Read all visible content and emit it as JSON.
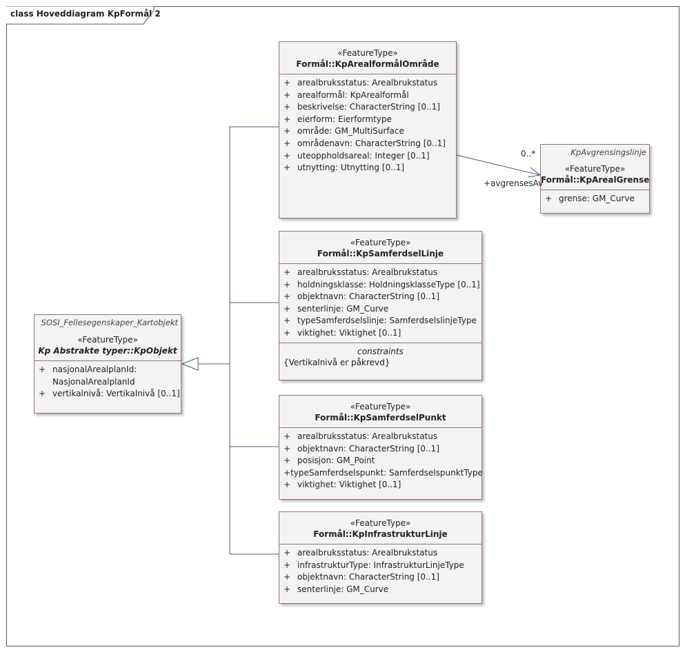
{
  "diagram": {
    "title": "class Hoveddiagram KpFormål 2"
  },
  "classes": {
    "kpobjekt": {
      "package": "SOSI_Fellesegenskaper_Kartobjekt",
      "stereotype": "«FeatureType»",
      "name": "Kp Abstrakte typer::KpObjekt",
      "attributes": [
        {
          "vis": "+",
          "text": "nasjonalArealplanId:"
        },
        {
          "vis": "",
          "text": "NasjonalArealplanId"
        },
        {
          "vis": "+",
          "text": "vertikalnivå: Vertikalnivå [0..1]"
        }
      ]
    },
    "omrade": {
      "stereotype": "«FeatureType»",
      "name": "Formål::KpArealformålOmråde",
      "attributes": [
        {
          "vis": "+",
          "text": "arealbruksstatus: Arealbrukstatus"
        },
        {
          "vis": "+",
          "text": "arealformål: KpArealformål"
        },
        {
          "vis": "+",
          "text": "beskrivelse: CharacterString [0..1]"
        },
        {
          "vis": "+",
          "text": "eierform: Eierformtype"
        },
        {
          "vis": "+",
          "text": "område: GM_MultiSurface"
        },
        {
          "vis": "+",
          "text": "områdenavn: CharacterString [0..1]"
        },
        {
          "vis": "+",
          "text": "uteoppholdsareal: Integer [0..1]"
        },
        {
          "vis": "+",
          "text": "utnytting: Utnytting [0..1]"
        }
      ]
    },
    "grense": {
      "package": "KpAvgrensingslinje",
      "stereotype": "«FeatureType»",
      "name": "Formål::KpArealGrense",
      "attributes": [
        {
          "vis": "+",
          "text": "grense: GM_Curve"
        }
      ]
    },
    "samfLinje": {
      "stereotype": "«FeatureType»",
      "name": "Formål::KpSamferdselLinje",
      "attributes": [
        {
          "vis": "+",
          "text": "arealbruksstatus: Arealbrukstatus"
        },
        {
          "vis": "+",
          "text": "holdningsklasse: HoldningsklasseType [0..1]"
        },
        {
          "vis": "+",
          "text": "objektnavn: CharacterString [0..1]"
        },
        {
          "vis": "+",
          "text": "senterlinje: GM_Curve"
        },
        {
          "vis": "+",
          "text": "typeSamferdselslinje: SamferdselslinjeType"
        },
        {
          "vis": "+",
          "text": "viktighet: Viktighet [0..1]"
        }
      ],
      "constraints_header": "constraints",
      "constraints": [
        "{Vertikalnivå er påkrevd}"
      ]
    },
    "samfPunkt": {
      "stereotype": "«FeatureType»",
      "name": "Formål::KpSamferdselPunkt",
      "attributes": [
        {
          "vis": "+",
          "text": "arealbruksstatus: Arealbrukstatus"
        },
        {
          "vis": "+",
          "text": "objektnavn: CharacterString [0..1]"
        },
        {
          "vis": "+",
          "text": "posisjon: GM_Point"
        },
        {
          "vis": "+",
          "text": "typeSamferdselspunkt: SamferdselspunktType"
        },
        {
          "vis": "+",
          "text": "viktighet: Viktighet [0..1]"
        }
      ]
    },
    "infra": {
      "stereotype": "«FeatureType»",
      "name": "Formål::KpInfrastrukturLinje",
      "attributes": [
        {
          "vis": "+",
          "text": "arealbruksstatus: Arealbrukstatus"
        },
        {
          "vis": "+",
          "text": "infrastrukturType: InfrastrukturLinjeType"
        },
        {
          "vis": "+",
          "text": "objektnavn: CharacterString [0..1]"
        },
        {
          "vis": "+",
          "text": "senterlinje: GM_Curve"
        }
      ]
    }
  },
  "association": {
    "multiplicity": "0..*",
    "role": "+avgrensesAv"
  },
  "colors": {
    "border": "#9a7070",
    "fill": "#f3f3f3",
    "line": "#4a5a78"
  }
}
